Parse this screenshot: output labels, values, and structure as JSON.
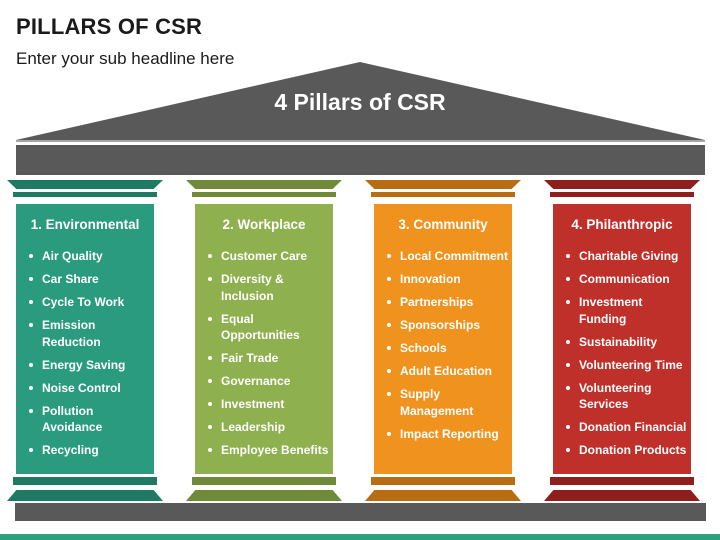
{
  "header": {
    "title": "PILLARS OF CSR",
    "subtitle": "Enter your sub headline here"
  },
  "roof": {
    "title": "4 Pillars of CSR",
    "color": "#595959",
    "beam_color": "#595959"
  },
  "pillars": [
    {
      "title": "1. Environmental",
      "color": "#2a9b7e",
      "dark_color": "#1f7a63",
      "items": [
        "Air Quality",
        "Car Share",
        "Cycle To Work",
        "Emission Reduction",
        "Energy Saving",
        "Noise Control",
        "Pollution Avoidance",
        "Recycling"
      ]
    },
    {
      "title": "2. Workplace",
      "color": "#8eb04f",
      "dark_color": "#6f8b3a",
      "items": [
        "Customer Care",
        "Diversity & Inclusion",
        "Equal Opportunities",
        "Fair Trade",
        "Governance",
        "Investment",
        "Leadership",
        "Employee Benefits"
      ]
    },
    {
      "title": "3. Community",
      "color": "#ef931e",
      "dark_color": "#b96d12",
      "items": [
        "Local Commitment",
        "Innovation",
        "Partnerships",
        "Sponsorships",
        "Schools",
        "Adult Education",
        "Supply Management",
        "Impact Reporting"
      ]
    },
    {
      "title": "4. Philanthropic",
      "color": "#c0302b",
      "dark_color": "#8e1f1c",
      "items": [
        "Charitable Giving",
        "Communication",
        "Investment Funding",
        "Sustainability",
        "Volunteering Time",
        "Volunteering Services",
        "Donation Financial",
        "Donation Products"
      ]
    }
  ],
  "footer": {
    "accent_color": "#2aa07e"
  }
}
